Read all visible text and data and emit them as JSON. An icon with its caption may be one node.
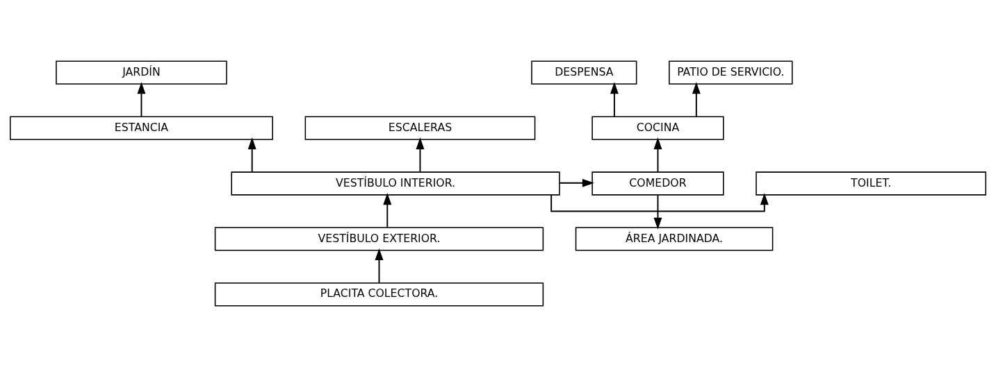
{
  "diagram": {
    "nodes": [
      {
        "text": [
          "PATIO DE SERVICIO."
        ]
      },
      {
        "text": [
          "JARDÍN"
        ]
      },
      {
        "text": [
          "DESPENSA"
        ]
      },
      {
        "text": [
          "COCINA"
        ]
      },
      {
        "text": [
          "ESTANCIA"
        ]
      },
      {
        "text": [
          "ESCALERAS"
        ]
      },
      {
        "text": [
          "COMEDOR"
        ]
      },
      {
        "text": [
          "VESTÍBULO INTERIOR."
        ]
      },
      {
        "text": [
          "TOILET."
        ]
      },
      {
        "text": [
          "ÁREA JARDINADA."
        ]
      },
      {
        "text": [
          "VESTÍBULO EXTERIOR."
        ]
      },
      {
        "text": [
          "PLACITA COLECTORA."
        ]
      }
    ],
    "edges": [
      {
        "from": 11,
        "to": 10,
        "arrow": "to"
      },
      {
        "from": 10,
        "to": 7,
        "arrow": "to"
      },
      {
        "from": 7,
        "to": 4,
        "arrow": "to"
      },
      {
        "from": 4,
        "to": 1,
        "arrow": "to"
      },
      {
        "from": 7,
        "to": 6,
        "arrow": "to"
      },
      {
        "from": 7,
        "to": 5,
        "arrow": "to"
      },
      {
        "from": 7,
        "to": 8,
        "arrow": "to"
      },
      {
        "from": 6,
        "to": 3,
        "arrow": "to"
      },
      {
        "from": 3,
        "to": 0,
        "arrow": "to"
      },
      {
        "from": 3,
        "to": 2,
        "arrow": "to"
      },
      {
        "from": 6,
        "to": 9,
        "arrow": "to"
      }
    ]
  }
}
